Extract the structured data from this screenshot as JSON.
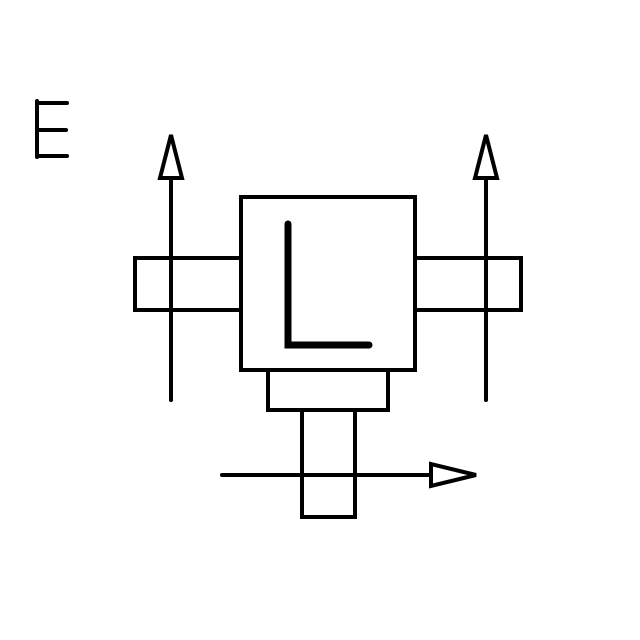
{
  "diagram": {
    "corner_label": "E",
    "center_symbol": "L",
    "stroke_color": "#000000",
    "background_color": "#ffffff",
    "arrows": [
      {
        "name": "left-up-arrow",
        "direction": "up"
      },
      {
        "name": "right-up-arrow",
        "direction": "up"
      },
      {
        "name": "bottom-right-arrow",
        "direction": "right"
      }
    ]
  }
}
